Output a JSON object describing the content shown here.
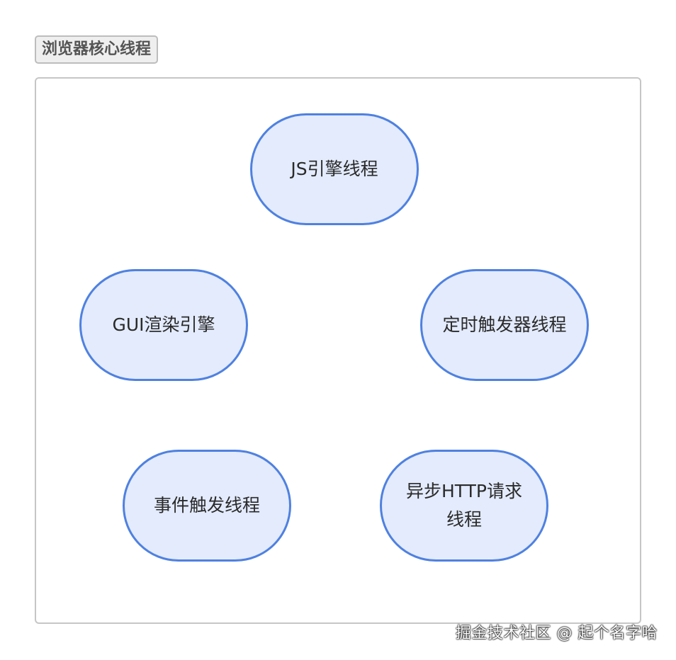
{
  "section": {
    "title": "浏览器核心线程"
  },
  "nodes": [
    {
      "label": "JS引擎线程"
    },
    {
      "label": "GUI渲染引擎"
    },
    {
      "label": "定时触发器线程"
    },
    {
      "label": "事件触发线程"
    },
    {
      "label": "异步HTTP请求线程"
    }
  ],
  "colors": {
    "node_border": "#4f81e0",
    "node_fill": "#e3ebfc",
    "frame_border": "#c6c6c6",
    "title_bg": "#efefef"
  },
  "watermark": {
    "text": "掘金技术社区 @ 起个名字哈"
  }
}
